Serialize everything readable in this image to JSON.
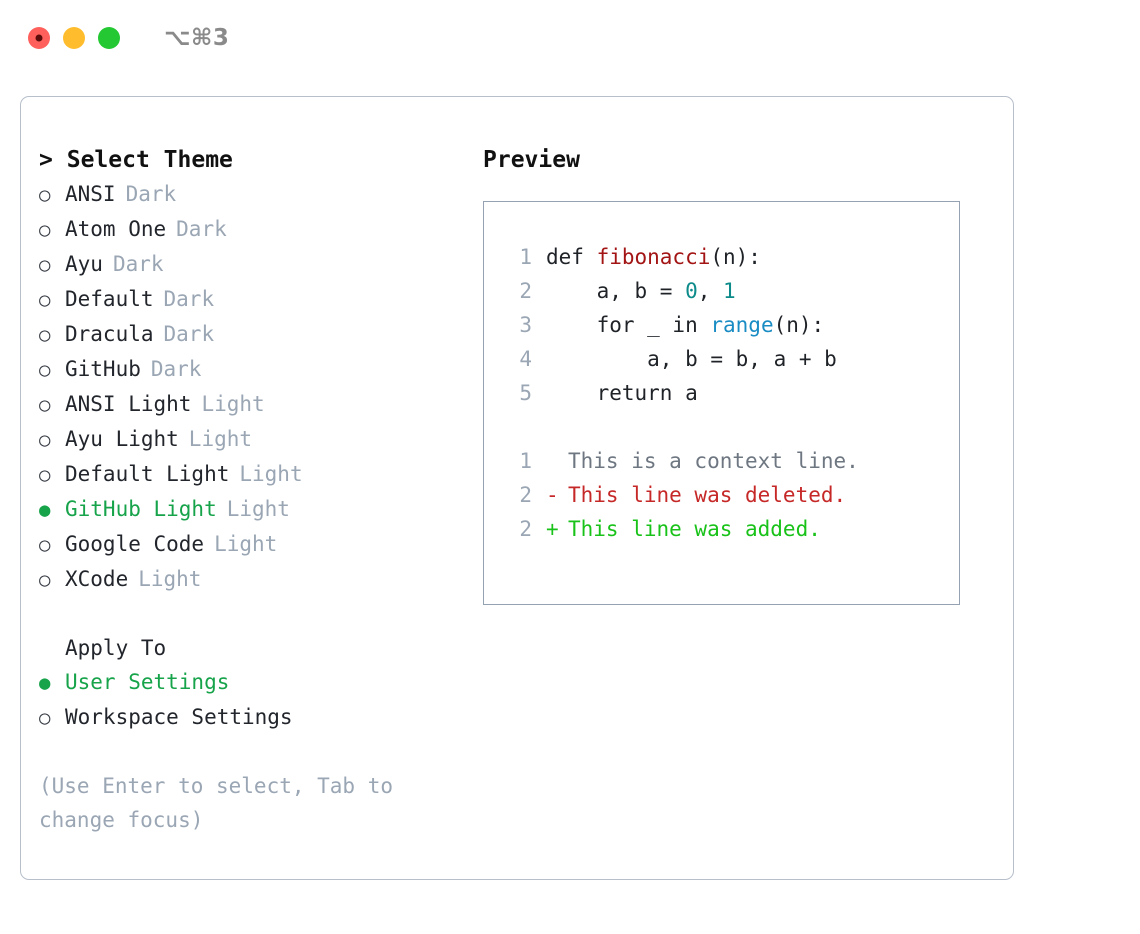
{
  "titlebar": {
    "shortcut": "⌥⌘3",
    "lights": [
      "close-red",
      "minimize-yellow",
      "maximize-green"
    ]
  },
  "theme_panel": {
    "header_prompt": ">",
    "header_title": "Select Theme",
    "options": [
      {
        "marker": "○",
        "label": "ANSI",
        "variant": "Dark",
        "selected": false
      },
      {
        "marker": "○",
        "label": "Atom One",
        "variant": "Dark",
        "selected": false
      },
      {
        "marker": "○",
        "label": "Ayu",
        "variant": "Dark",
        "selected": false
      },
      {
        "marker": "○",
        "label": "Default",
        "variant": "Dark",
        "selected": false
      },
      {
        "marker": "○",
        "label": "Dracula",
        "variant": "Dark",
        "selected": false
      },
      {
        "marker": "○",
        "label": "GitHub",
        "variant": "Dark",
        "selected": false
      },
      {
        "marker": "○",
        "label": "ANSI Light",
        "variant": "Light",
        "selected": false
      },
      {
        "marker": "○",
        "label": "Ayu Light",
        "variant": "Light",
        "selected": false
      },
      {
        "marker": "○",
        "label": "Default Light",
        "variant": "Light",
        "selected": false
      },
      {
        "marker": "●",
        "label": "GitHub Light",
        "variant": "Light",
        "selected": true
      },
      {
        "marker": "○",
        "label": "Google Code",
        "variant": "Light",
        "selected": false
      },
      {
        "marker": "○",
        "label": "XCode",
        "variant": "Light",
        "selected": false
      }
    ]
  },
  "apply_to": {
    "header": "Apply To",
    "options": [
      {
        "marker": "●",
        "label": "User Settings",
        "selected": true
      },
      {
        "marker": "○",
        "label": "Workspace Settings",
        "selected": false
      }
    ]
  },
  "hint": "(Use Enter to select, Tab to change focus)",
  "preview": {
    "title": "Preview",
    "code_lines": [
      {
        "lineno": "1",
        "tokens": [
          {
            "text": "def ",
            "type": "kw"
          },
          {
            "text": "fibonacci",
            "type": "fn"
          },
          {
            "text": "(n):",
            "type": "plain"
          }
        ]
      },
      {
        "lineno": "2",
        "tokens": [
          {
            "text": "    a, b = ",
            "type": "plain"
          },
          {
            "text": "0",
            "type": "num"
          },
          {
            "text": ", ",
            "type": "plain"
          },
          {
            "text": "1",
            "type": "num"
          }
        ]
      },
      {
        "lineno": "3",
        "tokens": [
          {
            "text": "    for _ in ",
            "type": "plain"
          },
          {
            "text": "range",
            "type": "call"
          },
          {
            "text": "(n):",
            "type": "plain"
          }
        ]
      },
      {
        "lineno": "4",
        "tokens": [
          {
            "text": "        a, b = b, a + b",
            "type": "plain"
          }
        ]
      },
      {
        "lineno": "5",
        "tokens": [
          {
            "text": "    return a",
            "type": "plain"
          }
        ]
      }
    ],
    "diff_lines": [
      {
        "lineno": "1",
        "mark": " ",
        "text": "This is a context line.",
        "kind": "context"
      },
      {
        "lineno": "2",
        "mark": "-",
        "text": "This line was deleted.",
        "kind": "del"
      },
      {
        "lineno": "2",
        "mark": "+",
        "text": "This line was added.",
        "kind": "add"
      }
    ]
  },
  "colors": {
    "accent_green": "#16a34a",
    "muted": "#9aa6b4",
    "border": "#94a2b3",
    "diff_add": "#19c219",
    "diff_del": "#c62828",
    "syntax_fn": "#a31515",
    "syntax_num": "#0d8a8a",
    "syntax_call": "#1a8cc4"
  }
}
